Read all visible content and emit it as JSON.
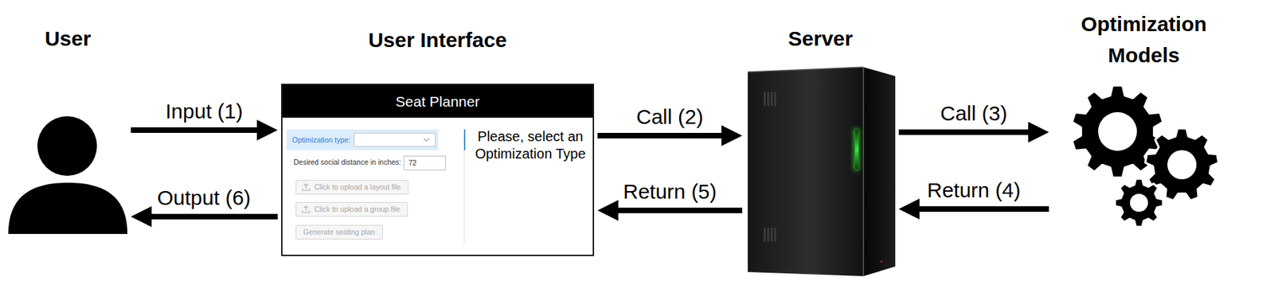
{
  "diagram": {
    "nodes": [
      {
        "text": [
          "User"
        ]
      },
      {
        "text": [
          "User Interface",
          "Please, select an Optimization Type"
        ]
      },
      {
        "text": [
          "Seat Planner"
        ],
        "in": 1
      },
      {
        "text": [
          "Optimization type:"
        ],
        "in": 1
      },
      {
        "text": [
          "72"
        ],
        "in": 1
      },
      {
        "text": [
          "Click to upload a layout file"
        ],
        "in": 1
      },
      {
        "text": [
          "Click to upload a group file"
        ],
        "in": 1
      },
      {
        "text": [
          "Generate seating plan"
        ],
        "in": 1
      },
      {
        "text": [
          "Server"
        ]
      },
      {
        "text": [
          "Optimization Models"
        ]
      }
    ],
    "edges": [
      {
        "from": 0,
        "to": 1,
        "label": "Input (1)",
        "arrow": "to"
      },
      {
        "from": 1,
        "to": 8,
        "label": "Call (2)",
        "arrow": "to"
      },
      {
        "from": 8,
        "to": 9,
        "label": "Call (3)",
        "arrow": "to"
      },
      {
        "from": 9,
        "to": 8,
        "label": "Return (4)",
        "arrow": "to"
      },
      {
        "from": 8,
        "to": 1,
        "label": "Return (5)",
        "arrow": "to"
      },
      {
        "from": 1,
        "to": 0,
        "label": "Output (6)",
        "arrow": "to"
      }
    ],
    "labels": [
      "Desired social distance in inches:"
    ]
  }
}
